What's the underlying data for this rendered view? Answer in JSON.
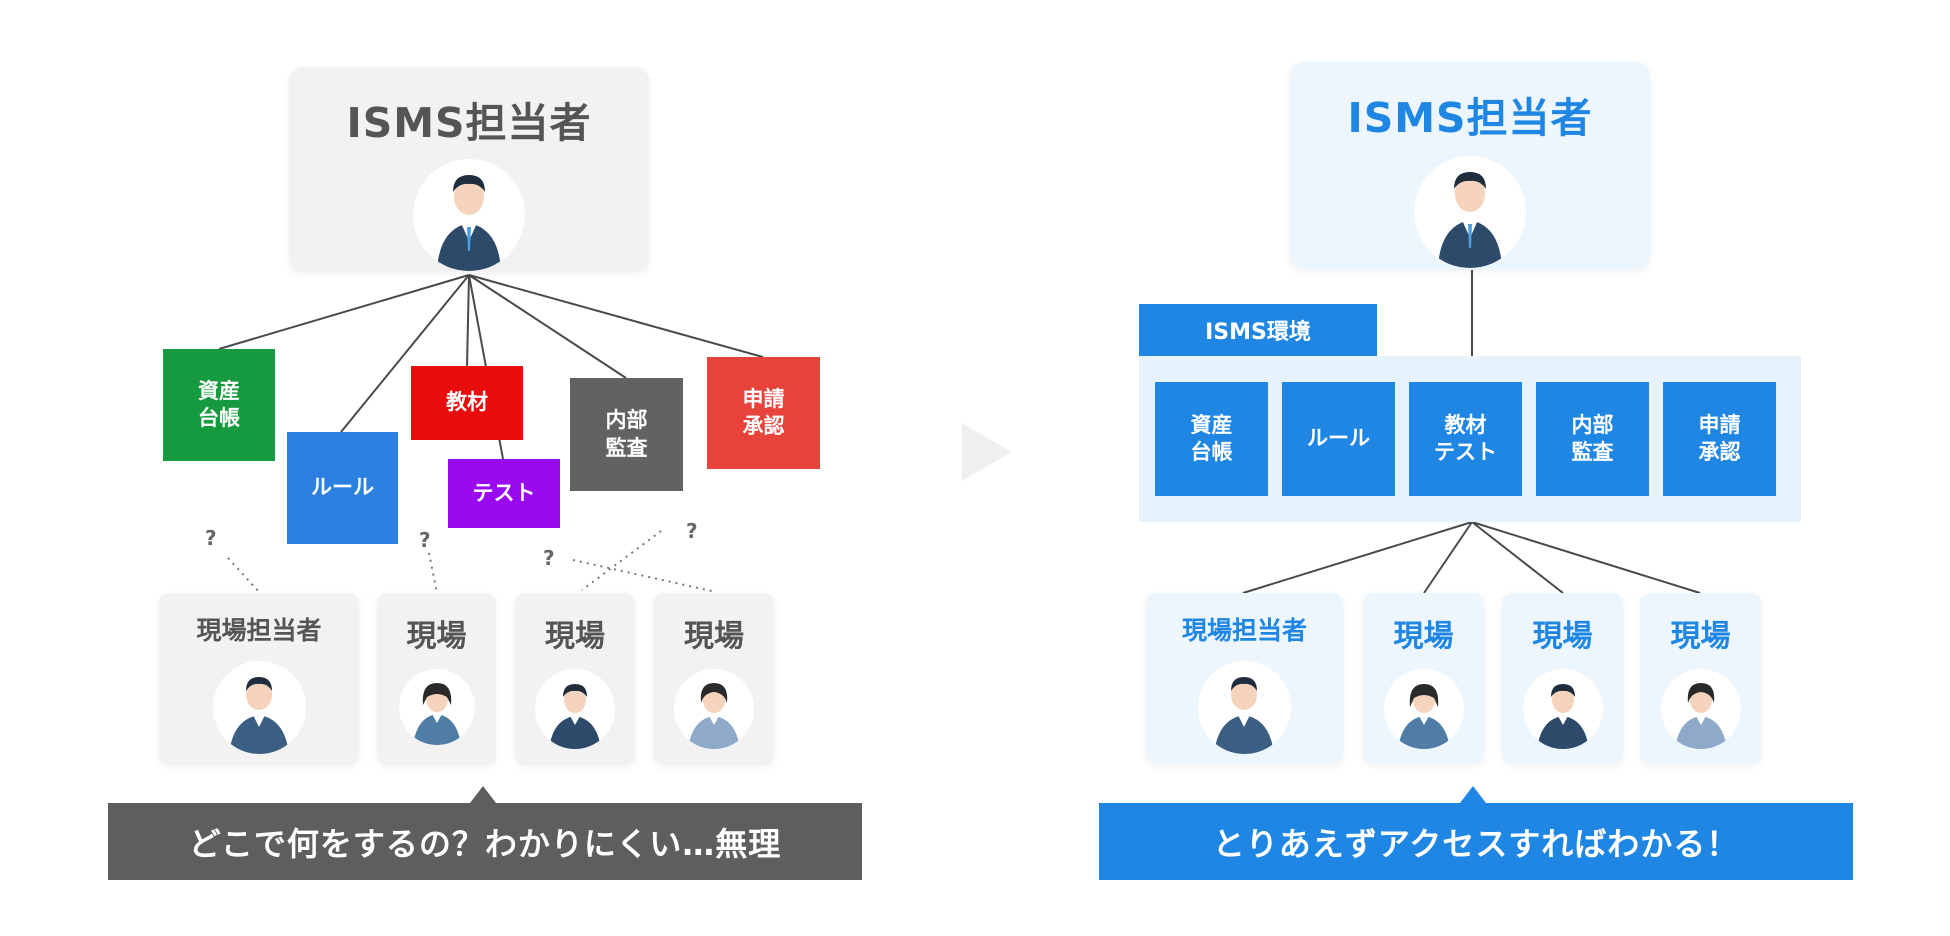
{
  "left": {
    "manager": {
      "title": "ISMS担当者"
    },
    "boxes": [
      {
        "label": "資産\n台帳",
        "color": "#169a3f"
      },
      {
        "label": "ルール",
        "color": "#2b80e0"
      },
      {
        "label": "教材",
        "color": "#e80c0c"
      },
      {
        "label": "テスト",
        "color": "#9a0af0"
      },
      {
        "label": "内部\n監査",
        "color": "#626262"
      },
      {
        "label": "申請\n承認",
        "color": "#e8433a"
      }
    ],
    "question_marks": [
      "?",
      "?",
      "?",
      "?"
    ],
    "sites": [
      {
        "label": "現場担当者"
      },
      {
        "label": "現場"
      },
      {
        "label": "現場"
      },
      {
        "label": "現場"
      }
    ],
    "message": "どこで何をするの？わかりにくい…無理"
  },
  "right": {
    "manager": {
      "title": "ISMS担当者"
    },
    "environment": {
      "label": "ISMS環境",
      "items": [
        {
          "label": "資産\n台帳"
        },
        {
          "label": "ルール"
        },
        {
          "label": "教材\nテスト"
        },
        {
          "label": "内部\n監査"
        },
        {
          "label": "申請\n承認"
        }
      ]
    },
    "sites": [
      {
        "label": "現場担当者"
      },
      {
        "label": "現場"
      },
      {
        "label": "現場"
      },
      {
        "label": "現場"
      }
    ],
    "message": "とりあえずアクセスすればわかる！"
  },
  "icons": {
    "transition": "play-arrow-icon",
    "person": "person-avatar-icon"
  },
  "colors": {
    "gray_card": "#f2f2f2",
    "blue_card": "#eef6fd",
    "accent_blue": "#1f86e4",
    "bar_gray": "#5e5e5e"
  }
}
